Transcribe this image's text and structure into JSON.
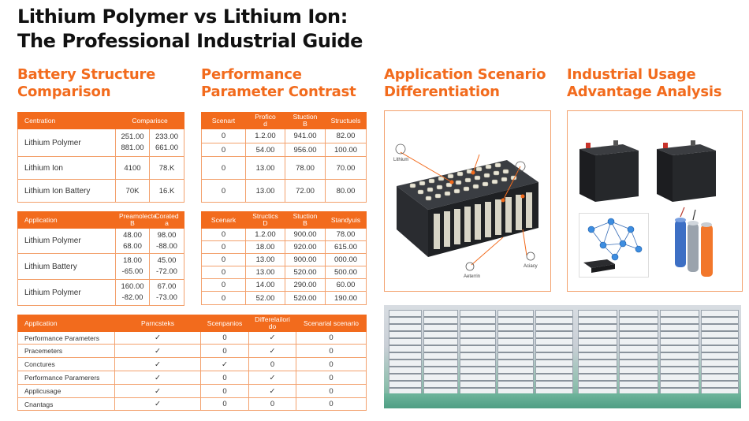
{
  "title": {
    "line1": "Lithium Polymer vs Lithium Ion:",
    "line2": "The Professional Industrial Guide"
  },
  "sections": {
    "structure": {
      "line1": "Battery Structure",
      "line2": "Comparison"
    },
    "performance": {
      "line1": "Performance",
      "line2": "Parameter Contrast"
    },
    "application": {
      "line1": "Application Scenario",
      "line2": "Differentiation"
    },
    "industrial": {
      "line1": "Industrial Usage",
      "line2": "Advantage Analysis"
    }
  },
  "table1": {
    "headers": [
      "Centration",
      "Comparisce"
    ],
    "rows": [
      {
        "label": "Lithium Polymer",
        "a": "251.00",
        "b": "233.00",
        "c": "881.00",
        "d": "661.00"
      },
      {
        "label": "Lithium Ion",
        "a": "4100",
        "b": "78.K"
      },
      {
        "label": "Lithium Ion Battery",
        "a": "70K",
        "b": "16.K"
      }
    ]
  },
  "table2": {
    "headers": [
      "Scenart",
      "Profico\nd",
      "Stuction\nB",
      "Structuels"
    ],
    "rows": [
      [
        "0",
        "1.2.00",
        "941.00",
        "82.00"
      ],
      [
        "0",
        "54.00",
        "956.00",
        "100.00"
      ],
      [
        "0",
        "13.00",
        "78.00",
        "70.00"
      ],
      [
        "0",
        "13.00",
        "72.00",
        "80.00"
      ]
    ]
  },
  "table3": {
    "headers": [
      "Application",
      "Preamolecte\nB",
      "Corated\na"
    ],
    "rows": [
      {
        "label": "Lithium Polymer",
        "a": "48.00",
        "b": "98.00",
        "c": "68.00",
        "d": "-88.00"
      },
      {
        "label": "Lithium Battery",
        "a": "18.00",
        "b": "45.00",
        "c": "-65.00",
        "d": "-72.00"
      },
      {
        "label": "Lithium Polymer",
        "a": "160.00",
        "b": "67.00",
        "c": "-82.00",
        "d": "-73.00"
      }
    ]
  },
  "table4": {
    "headers": [
      "Scenark",
      "Structics\nD",
      "Stuction\nB",
      "Standyuis"
    ],
    "rows": [
      [
        "0",
        "1.2.00",
        "900.00",
        "78.00"
      ],
      [
        "0",
        "18.00",
        "920.00",
        "615.00"
      ],
      [
        "0",
        "13.00",
        "900.00",
        "000.00"
      ],
      [
        "0",
        "13.00",
        "520.00",
        "500.00"
      ],
      [
        "0",
        "14.00",
        "290.00",
        "60.00"
      ],
      [
        "0",
        "52.00",
        "520.00",
        "190.00"
      ]
    ]
  },
  "table5": {
    "headers": [
      "Application",
      "Parncsteks",
      "Scenpanios",
      "Differelailori\ndo",
      "Scenarial scenario"
    ],
    "rows": [
      [
        "Performance Parameters",
        "✓",
        "0",
        "✓",
        "0"
      ],
      [
        "Pracemeters",
        "✓",
        "0",
        "✓",
        "0"
      ],
      [
        "Conctures",
        "✓",
        "✓",
        "0",
        "0"
      ],
      [
        "Performance Paramerers",
        "✓",
        "0",
        "✓",
        "0"
      ],
      [
        "Applicusage",
        "✓",
        "0",
        "✓",
        "0"
      ],
      [
        "Cnantags",
        "✓",
        "0",
        "0",
        "0"
      ]
    ]
  },
  "illustration": {
    "labels": [
      "Lithium",
      "Aeterrin",
      "Aciacy"
    ]
  },
  "colors": {
    "accent": "#f26b1d",
    "border": "#f3a16d"
  },
  "icons": [
    "battery-pack",
    "lead-acid-battery",
    "network-diagram",
    "cylindrical-cells",
    "factory-racks"
  ]
}
